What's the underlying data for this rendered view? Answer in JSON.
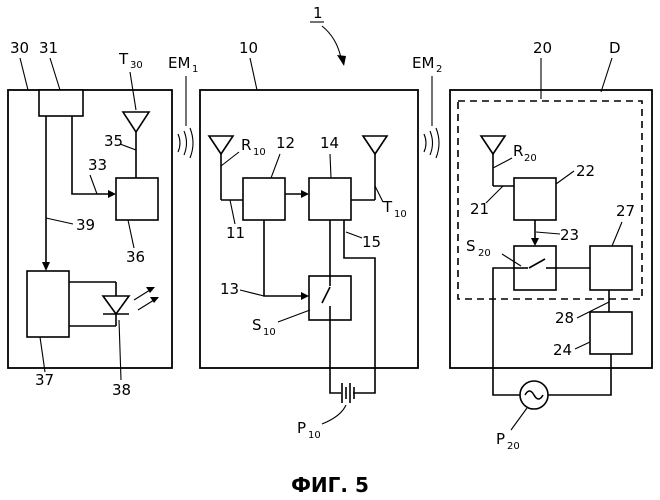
{
  "figure_caption": "ФИГ. 5",
  "system_ref": "1",
  "device_30": {
    "ref": "30",
    "parts": {
      "controller": "31",
      "link_33": "33",
      "link_35": "35",
      "module": "36",
      "driver": "37",
      "led": "38",
      "link_39": "39"
    },
    "antenna": {
      "letter": "T",
      "sub": "30"
    }
  },
  "device_10": {
    "ref": "10",
    "parts": {
      "p11": "11",
      "p12": "12",
      "p13": "13",
      "p14": "14",
      "p15": "15"
    },
    "antenna_rx": {
      "letter": "R",
      "sub": "10"
    },
    "antenna_tx": {
      "letter": "T",
      "sub": "10"
    },
    "switch": {
      "letter": "S",
      "sub": "10"
    },
    "battery": {
      "letter": "P",
      "sub": "10"
    }
  },
  "device_20": {
    "ref": "20",
    "letter_d": "D",
    "parts": {
      "p21": "21",
      "p22": "22",
      "p23": "23",
      "p24": "24",
      "p27": "27",
      "p28": "28"
    },
    "antenna_rx": {
      "letter": "R",
      "sub": "20"
    },
    "switch": {
      "letter": "S",
      "sub": "20"
    },
    "source": {
      "letter": "P",
      "sub": "20"
    }
  },
  "em_fields": [
    {
      "letter": "EM",
      "sub": "1"
    },
    {
      "letter": "EM",
      "sub": "2"
    }
  ]
}
